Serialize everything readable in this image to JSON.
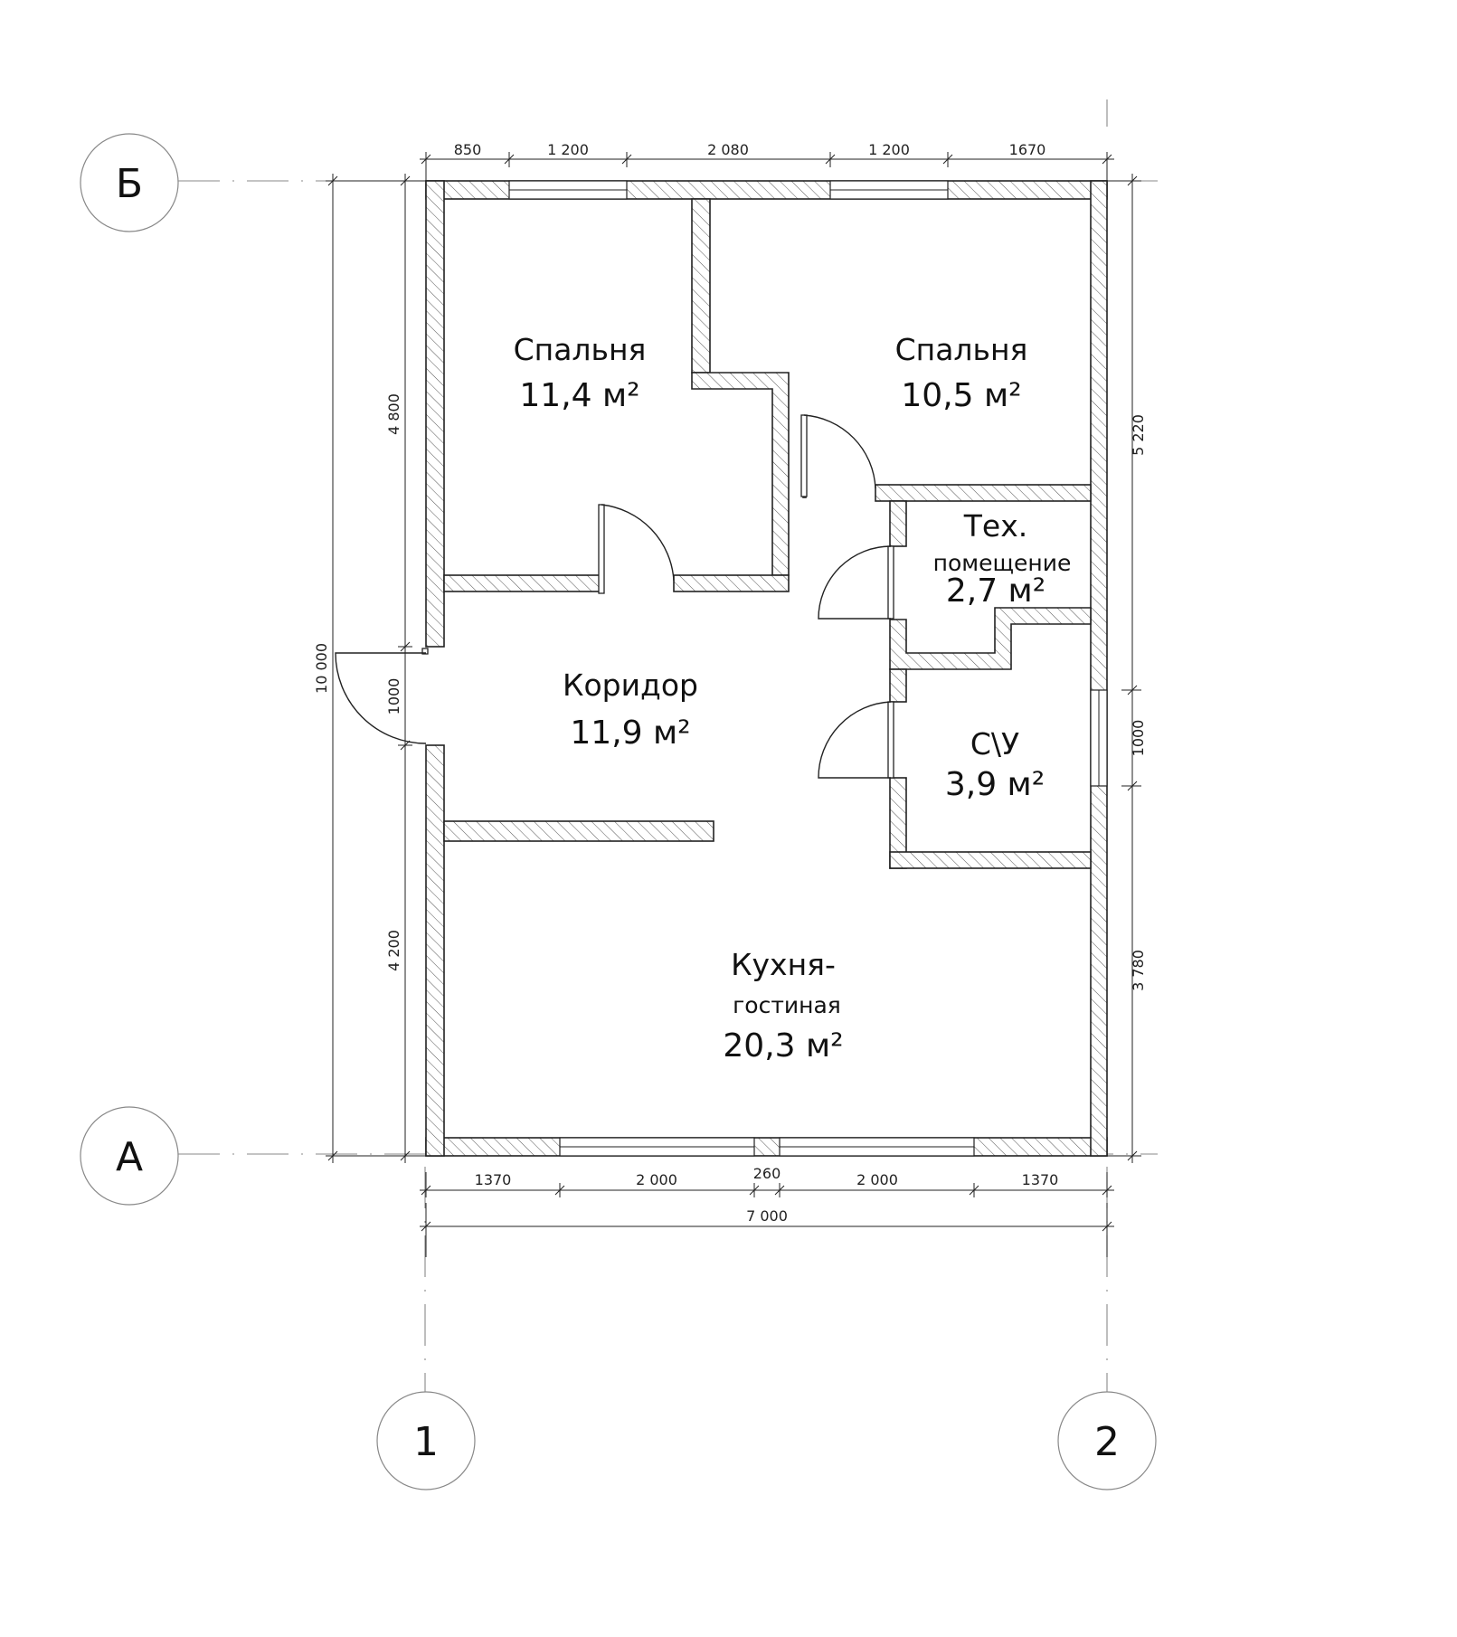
{
  "rooms": [
    {
      "name": "Спальня",
      "area": "11,4 м²"
    },
    {
      "name": "Спальня",
      "area": "10,5 м²"
    },
    {
      "name": "Тех.",
      "name2": "помещение",
      "area": "2,7 м²"
    },
    {
      "name": "Коридор",
      "area": "11,9 м²"
    },
    {
      "name": "С\\У",
      "area": "3,9 м²"
    },
    {
      "name": "Кухня-",
      "name2": "гостиная",
      "area": "20,3 м²"
    }
  ],
  "axes": {
    "rows": [
      "Б",
      "А"
    ],
    "cols": [
      "1",
      "2"
    ]
  },
  "dimensions": {
    "top": [
      "850",
      "1 200",
      "2 080",
      "1 200",
      "1670"
    ],
    "bottom": [
      "1370",
      "2 000",
      "260",
      "2 000",
      "1370"
    ],
    "bottom_total": "7 000",
    "left_inner": [
      "4 800",
      "1000",
      "4 200"
    ],
    "left_total": "10 000",
    "right": [
      "5 220",
      "1000",
      "3 780"
    ]
  }
}
